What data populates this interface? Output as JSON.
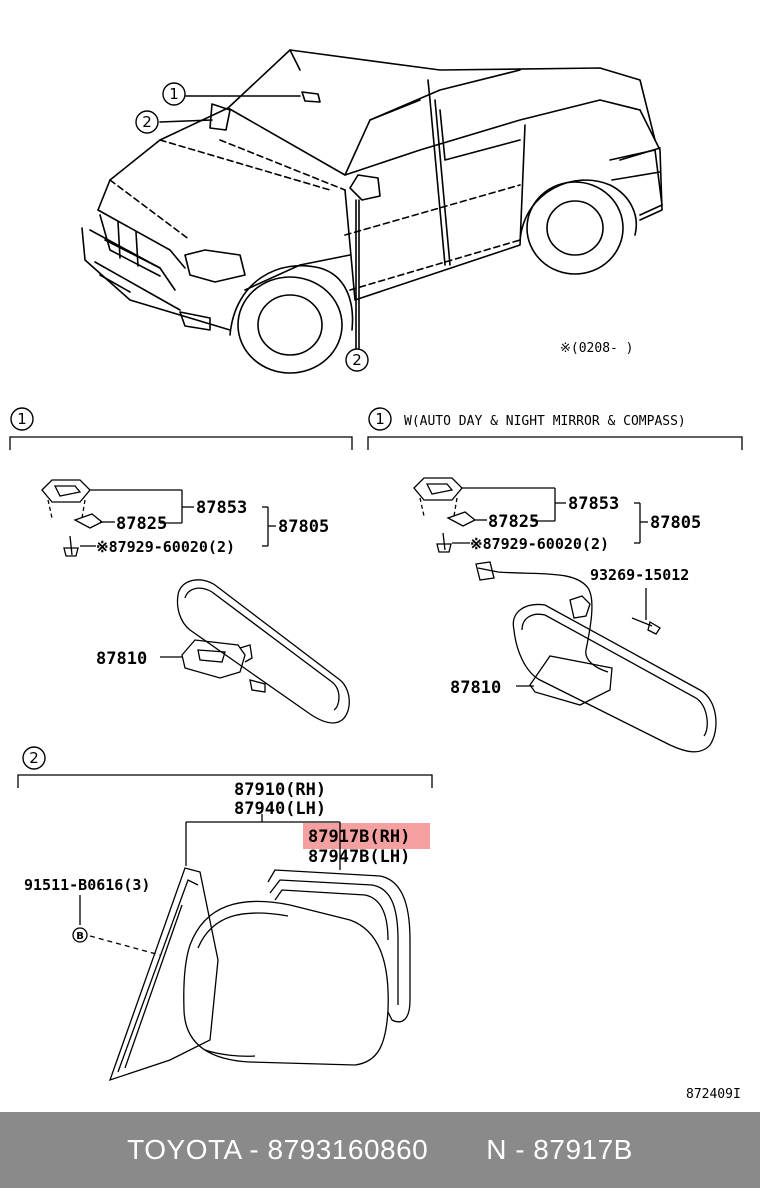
{
  "callouts": {
    "one": "1",
    "two": "2"
  },
  "vehicle_view": {
    "date_note": "※(0208-        )"
  },
  "section1_left": {
    "parts": {
      "p87853": "87853",
      "p87825": "87825",
      "p87805": "87805",
      "p87929": "※87929-60020(2)",
      "p87810": "87810"
    }
  },
  "section1_right": {
    "header": "W(AUTO DAY & NIGHT MIRROR & COMPASS)",
    "parts": {
      "p87853": "87853",
      "p87825": "87825",
      "p87805": "87805",
      "p87929": "※87929-60020(2)",
      "p93269": "93269-15012",
      "p87810": "87810"
    }
  },
  "section2": {
    "parts": {
      "p87910": "87910(RH)",
      "p87940": "87940(LH)",
      "p87917b": "87917B(RH)",
      "p87947b": "87947B(LH)",
      "p91511": "91511-B0616(3)",
      "bolt_mark": "B"
    }
  },
  "figure_code": "872409I",
  "footer": {
    "brand_text": "TOYOTA - 8793160860",
    "part_text": "N - 87917B"
  },
  "colors": {
    "highlight": "#f08080",
    "footer_bg": "#8a8a8a",
    "line": "#000000"
  }
}
